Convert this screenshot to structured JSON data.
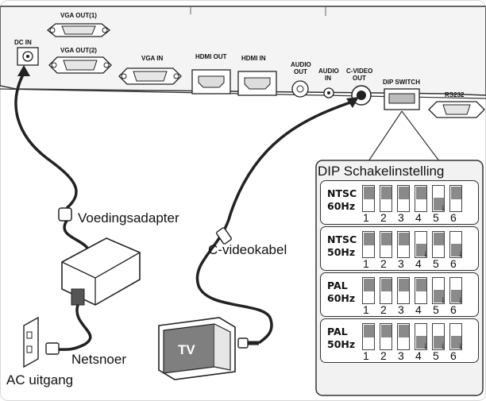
{
  "ports": {
    "dc_in": "DC IN",
    "vga_out1": "VGA OUT(1)",
    "vga_out2": "VGA OUT(2)",
    "vga_in": "VGA IN",
    "hdmi_out": "HDMI OUT",
    "hdmi_in": "HDMI IN",
    "audio_out_1": "AUDIO",
    "audio_out_2": "OUT",
    "audio_in_1": "AUDIO",
    "audio_in_2": "IN",
    "cvideo_out_1": "C-VIDEO",
    "cvideo_out_2": "OUT",
    "dip_switch": "DIP SWITCH",
    "rs232": "RS232"
  },
  "labels": {
    "power_adapter": "Voedingsadapter",
    "power_cord": "Netsnoer",
    "ac_outlet": "AC uitgang",
    "video_cable": "C-videokabel",
    "tv": "TV"
  },
  "dip": {
    "title": "DIP Schakelinstelling",
    "numbers": [
      "1",
      "2",
      "3",
      "4",
      "5",
      "6"
    ],
    "modes": [
      {
        "name": "NTSC\n60Hz",
        "down": [
          false,
          false,
          false,
          false,
          true,
          false
        ]
      },
      {
        "name": "NTSC\n50Hz",
        "down": [
          false,
          false,
          false,
          true,
          false,
          true
        ]
      },
      {
        "name": "PAL\n60Hz",
        "down": [
          false,
          false,
          false,
          false,
          true,
          true
        ]
      },
      {
        "name": "PAL\n50Hz",
        "down": [
          false,
          false,
          false,
          true,
          true,
          true
        ]
      }
    ]
  },
  "colors": {
    "cable": "#222222",
    "panel": "#f2f2f2",
    "switch_knob": "#8a8a8a"
  }
}
